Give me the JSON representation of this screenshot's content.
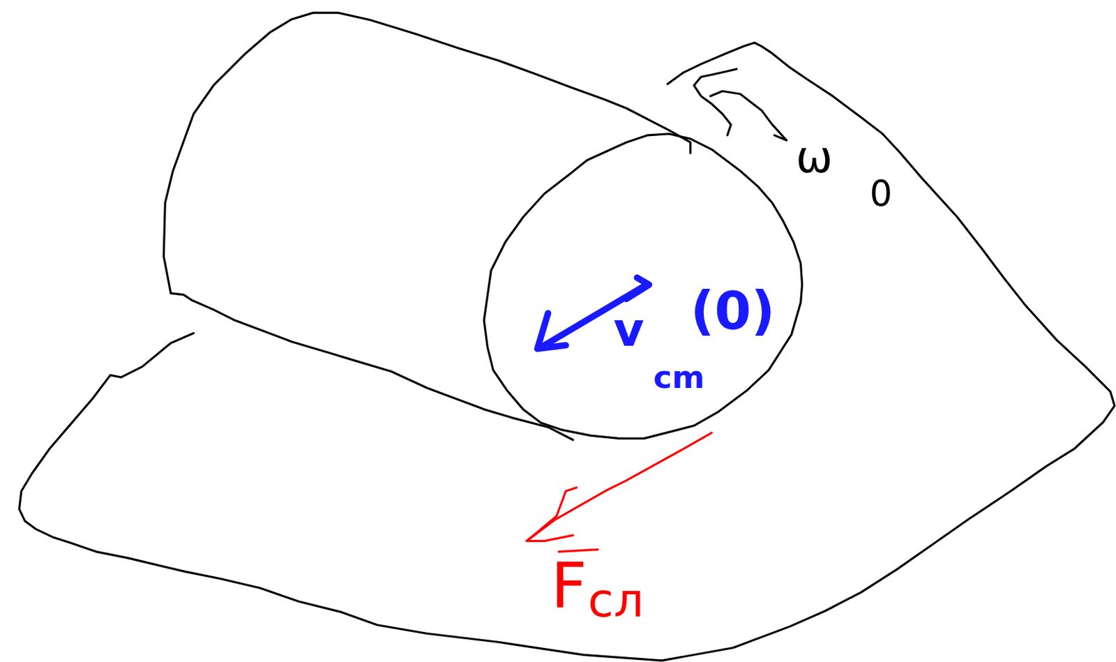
{
  "diagram": {
    "labels": [
      "ω",
      "0",
      "v",
      "(0)",
      "cm",
      "F",
      "сл"
    ]
  }
}
